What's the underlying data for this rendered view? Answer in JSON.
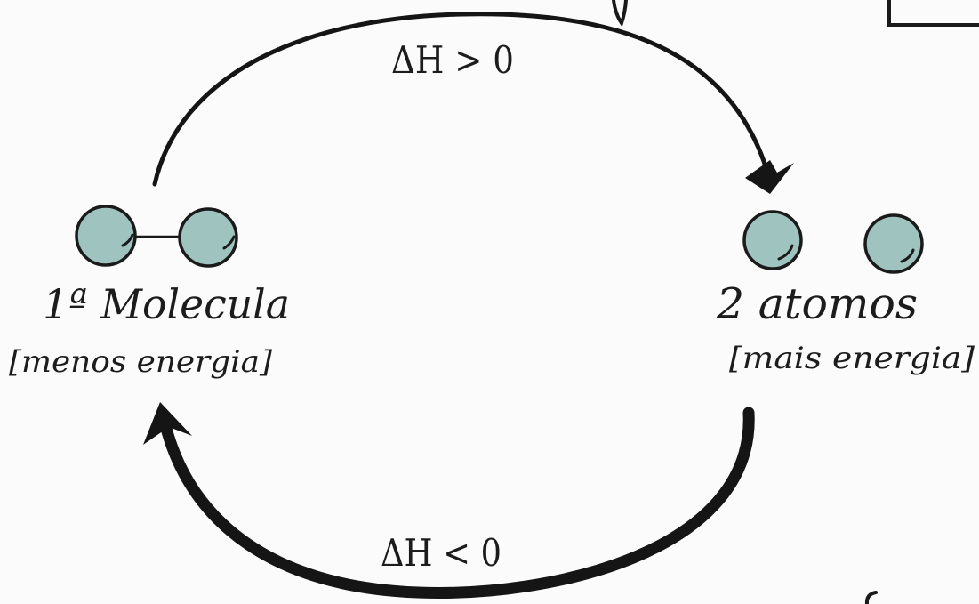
{
  "colors": {
    "atom_fill": "#9fc3bf",
    "ink": "#151515",
    "background": "#fbfbfb"
  },
  "left_state": {
    "label": "1ª Molecula",
    "sublabel": "[menos energia]"
  },
  "right_state": {
    "label": "2 atomos",
    "sublabel": "[mais energia]"
  },
  "top_arrow": {
    "label": "ΔH > 0"
  },
  "bottom_arrow": {
    "label": "ΔH < 0"
  }
}
